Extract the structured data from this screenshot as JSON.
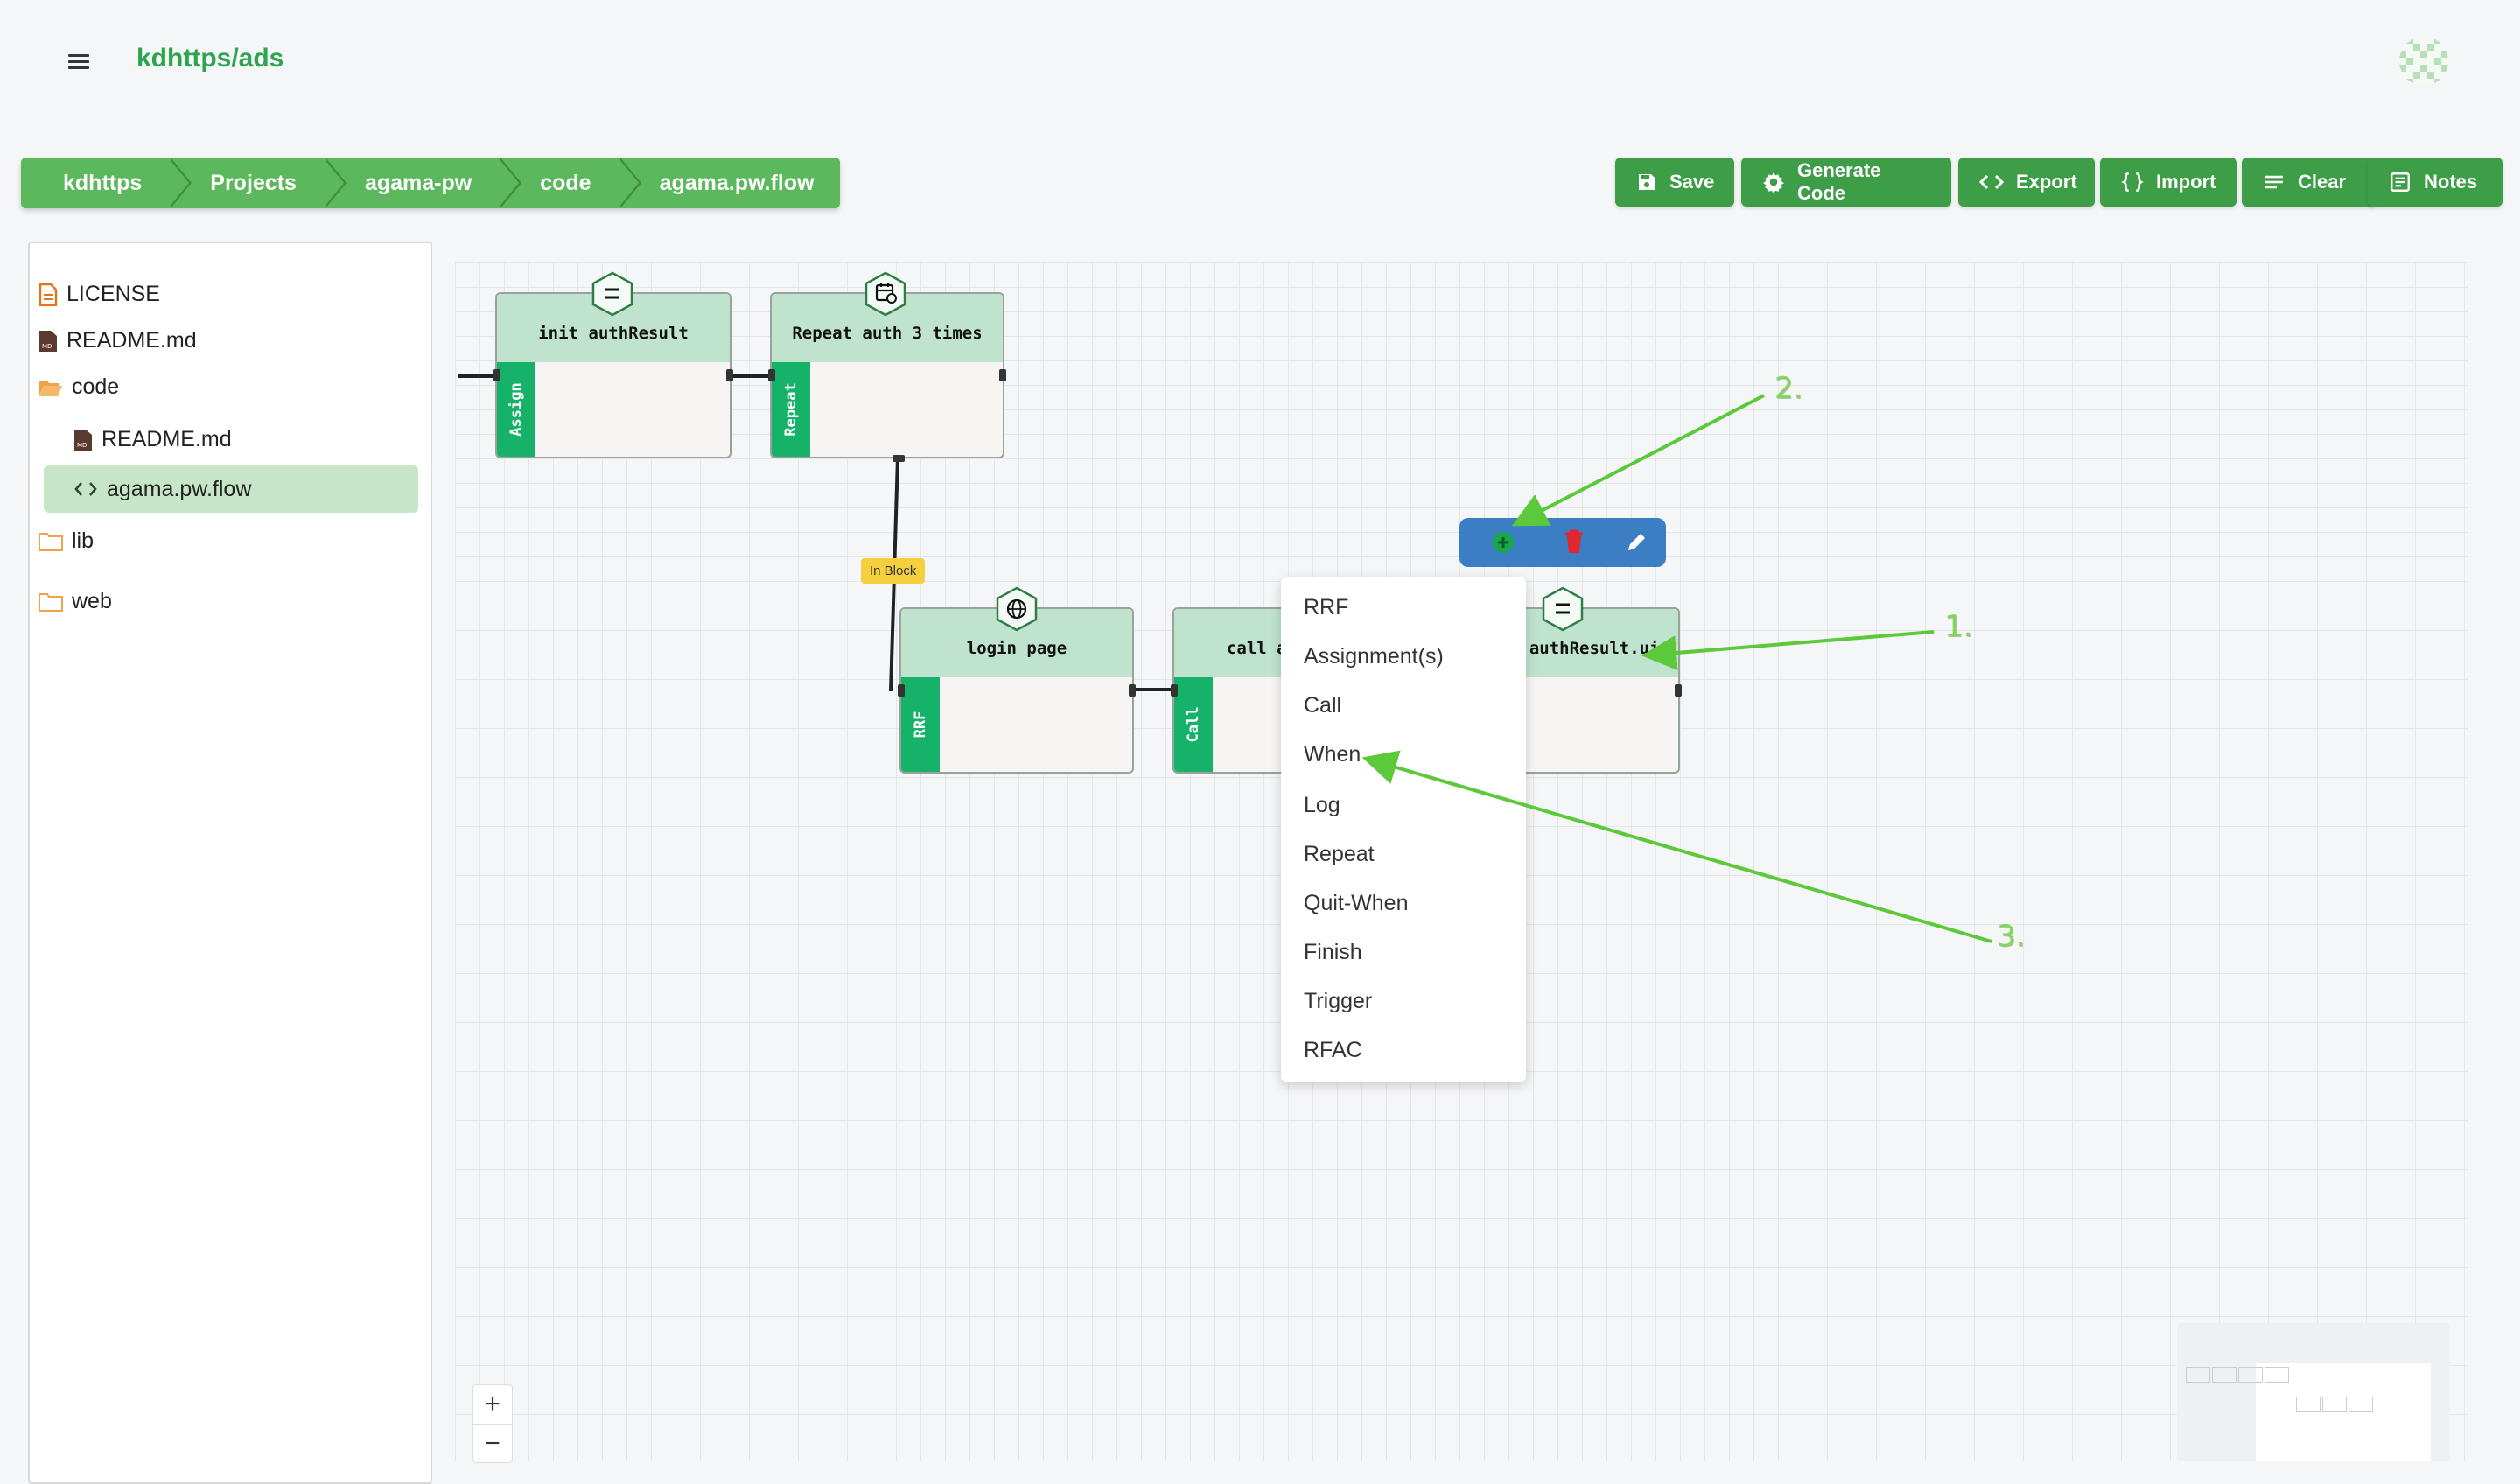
{
  "app": {
    "title": "kdhttps/ads"
  },
  "breadcrumb": {
    "items": [
      "kdhttps",
      "Projects",
      "agama-pw",
      "code",
      "agama.pw.flow"
    ]
  },
  "toolbar": {
    "save": "Save",
    "generate": "Generate Code",
    "export": "Export",
    "import": "Import",
    "clear": "Clear",
    "notes": "Notes"
  },
  "sidebar": {
    "files": [
      {
        "name": "LICENSE",
        "icon": "license-file-icon"
      },
      {
        "name": "README.md",
        "icon": "markdown-file-icon"
      },
      {
        "name": "code",
        "icon": "folder-open-icon"
      },
      {
        "name": "README.md",
        "icon": "markdown-file-icon"
      },
      {
        "name": "agama.pw.flow",
        "icon": "code-icon"
      },
      {
        "name": "lib",
        "icon": "folder-icon"
      },
      {
        "name": "web",
        "icon": "folder-icon"
      }
    ]
  },
  "nodes": [
    {
      "title": "init authResult",
      "type": "Assign",
      "icon": "equals-icon"
    },
    {
      "title": "Repeat auth 3 times",
      "type": "Repeat",
      "icon": "calendar-repeat-icon"
    },
    {
      "title": "login page",
      "type": "RRF",
      "icon": "globe-icon"
    },
    {
      "title": "call au",
      "type": "Call",
      "icon": "phone-icon"
    },
    {
      "title": "authResult.uid",
      "type": "Assign",
      "icon": "equals-icon"
    }
  ],
  "edge_badge": "In Block",
  "context_menu": {
    "items": [
      "RRF",
      "Assignment(s)",
      "Call",
      "When",
      "Log",
      "Repeat",
      "Quit-When",
      "Finish",
      "Trigger",
      "RFAC"
    ]
  },
  "annotations": [
    "1.",
    "2.",
    "3."
  ],
  "zoom": {
    "in": "+",
    "out": "−"
  },
  "colors": {
    "brand": "#2ea44f",
    "button": "#3e9e48",
    "node_side": "#17b26a",
    "annotation_arrow": "#5cc93a",
    "ctx_bar": "#3b7ec4"
  }
}
